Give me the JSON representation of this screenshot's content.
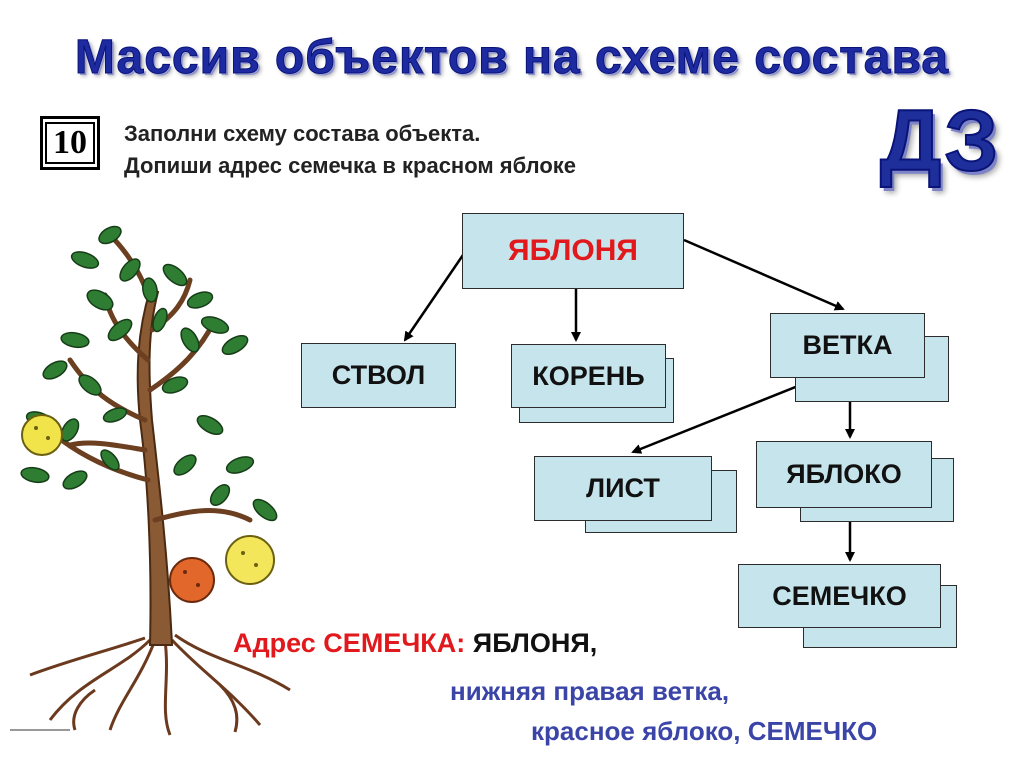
{
  "title": "Массив объектов на схеме состава",
  "task": {
    "number": "10",
    "line1": "Заполни схему состава объекта.",
    "line2": "Допиши адрес семечка в красном яблоке"
  },
  "homework_label": "ДЗ",
  "nodes": {
    "root": "ЯБЛОНЯ",
    "trunk": "СТВОЛ",
    "root_part": "КОРЕНЬ",
    "branch": "ВЕТКА",
    "leaf": "ЛИСТ",
    "apple": "ЯБЛОКО",
    "seed": "СЕМЕЧКО"
  },
  "address": {
    "label": "Адрес СЕМЕЧКА:",
    "value": "ЯБЛОНЯ,",
    "line2": "нижняя правая ветка,",
    "line3": "красное яблоко, СЕМЕЧКО"
  },
  "colors": {
    "title": "#1d2aa0",
    "node_fill": "#c6e4ec",
    "accent_red": "#e2191c",
    "address_blue": "#3b45a8"
  }
}
